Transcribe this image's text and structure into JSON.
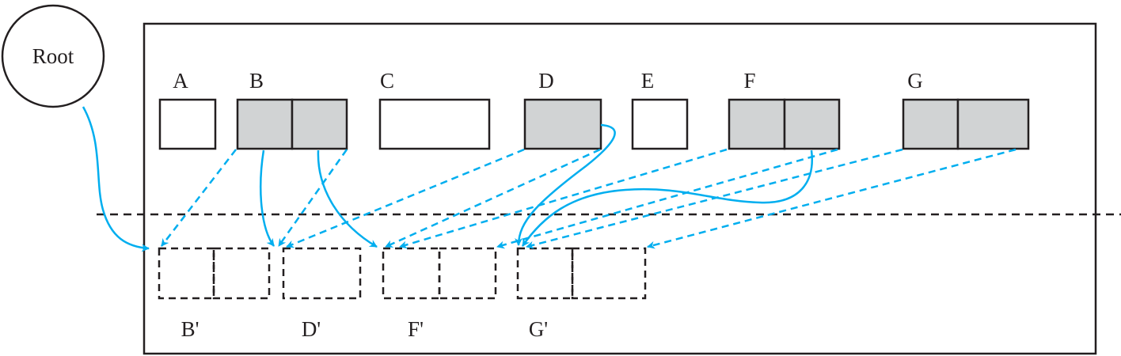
{
  "root": {
    "label": "Root"
  },
  "objects": [
    {
      "label": "A",
      "cells": 1,
      "live": false
    },
    {
      "label": "B",
      "cells": 2,
      "live": true
    },
    {
      "label": "C",
      "cells": 1,
      "live": false
    },
    {
      "label": "D",
      "cells": 1,
      "live": true
    },
    {
      "label": "E",
      "cells": 1,
      "live": false
    },
    {
      "label": "F",
      "cells": 2,
      "live": true
    },
    {
      "label": "G",
      "cells": 2,
      "live": true
    }
  ],
  "copies": [
    {
      "label": "B'"
    },
    {
      "label": "D'"
    },
    {
      "label": "F'"
    },
    {
      "label": "G'"
    }
  ],
  "colors": {
    "arrow": "#00aeef",
    "live_fill": "#d1d3d4",
    "stroke": "#231f20"
  }
}
